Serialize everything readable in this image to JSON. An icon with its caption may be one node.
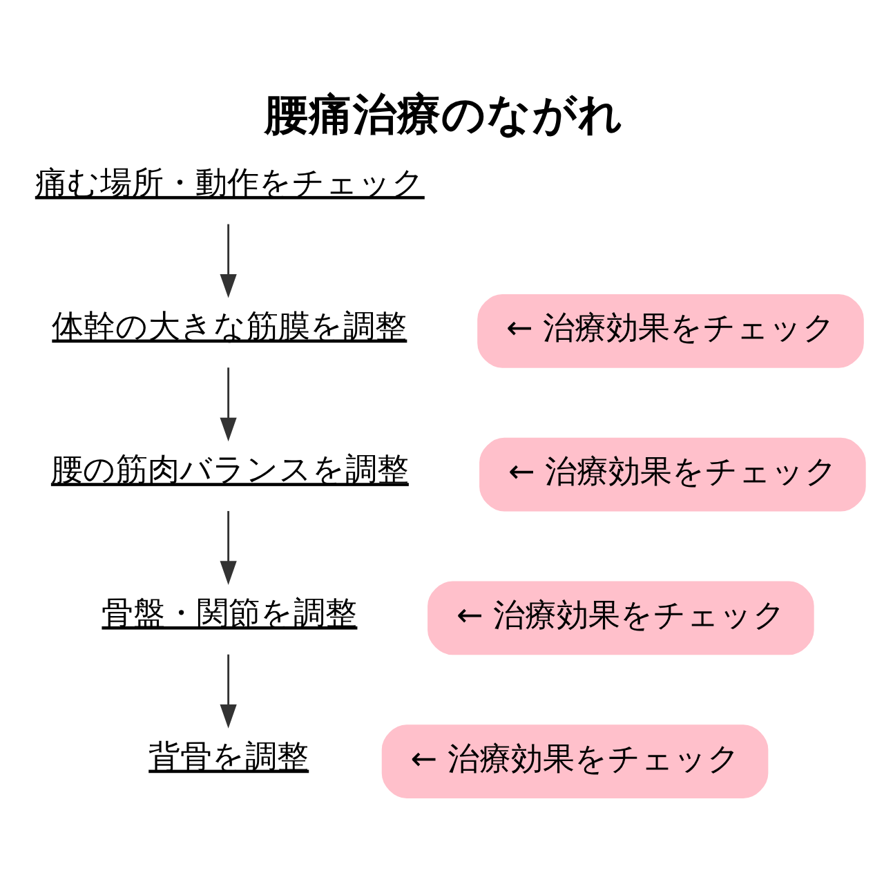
{
  "diagram": {
    "title": "腰痛治療のながれ",
    "nodes": [
      {
        "text": [
          "痛む場所・動作をチェック"
        ]
      },
      {
        "text": [
          "体幹の大きな筋膜を調整"
        ]
      },
      {
        "text": [
          "← 治療効果をチェック"
        ]
      },
      {
        "text": [
          "腰の筋肉バランスを調整"
        ]
      },
      {
        "text": [
          "← 治療効果をチェック"
        ]
      },
      {
        "text": [
          "骨盤・関節を調整"
        ]
      },
      {
        "text": [
          "← 治療効果をチェック"
        ]
      },
      {
        "text": [
          "背骨を調整"
        ]
      },
      {
        "text": [
          "← 治療効果をチェック"
        ]
      }
    ],
    "edges": [
      {
        "from": 0,
        "to": 1,
        "arrow": "to"
      },
      {
        "from": 1,
        "to": 3,
        "arrow": "to"
      },
      {
        "from": 3,
        "to": 5,
        "arrow": "to"
      },
      {
        "from": 5,
        "to": 7,
        "arrow": "to"
      }
    ]
  }
}
